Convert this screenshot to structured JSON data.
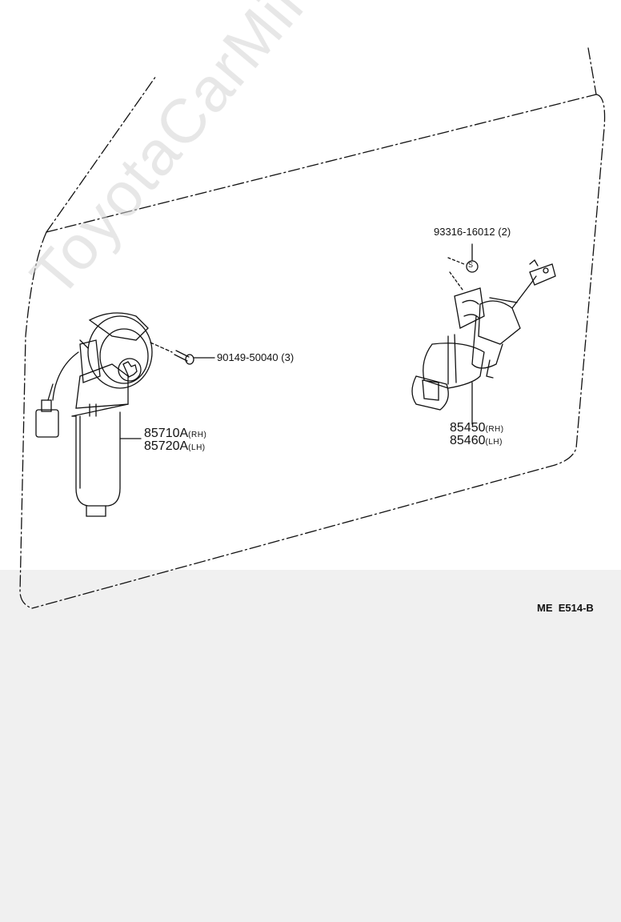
{
  "watermark": "ToyotaCarMine.ru",
  "parts": {
    "screw": {
      "number": "90149-50040",
      "qty": "(3)"
    },
    "motor": {
      "rh_number": "85710A",
      "rh_suffix": "(RH)",
      "lh_number": "85720A",
      "lh_suffix": "(LH)"
    },
    "seal": {
      "number": "93316-16012",
      "qty": "(2)",
      "symbol": "S"
    },
    "actuator": {
      "rh_number": "85450",
      "rh_suffix": "(RH)",
      "lh_number": "85460",
      "lh_suffix": "(LH)"
    }
  },
  "diagram_code": "ME  E514-B",
  "colors": {
    "line": "#111111",
    "panel": "#ffffff",
    "background": "#f0f0f0"
  }
}
